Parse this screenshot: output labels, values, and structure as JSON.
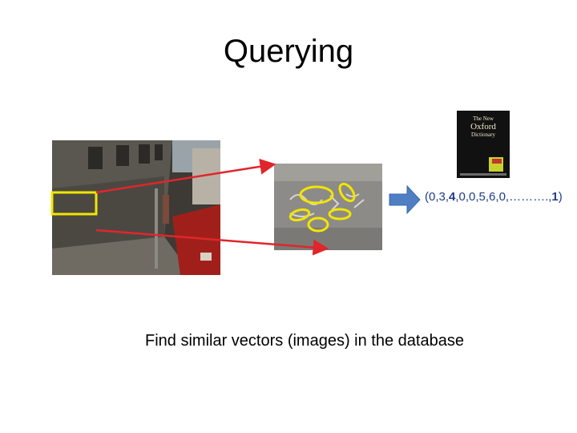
{
  "slide": {
    "title": "Querying",
    "caption": "Find similar vectors (images) in the database",
    "vector": {
      "prefix": "(0,3,",
      "bold_a": "4",
      "middle": ",0,0,5,6,0,……….,",
      "bold_b": "1",
      "suffix": ")"
    },
    "book": {
      "line1": "The New",
      "line2": "Oxford",
      "line3": "Dictionary"
    }
  },
  "colors": {
    "arrow_red": "#e0262b",
    "highlight_yellow": "#f2e600",
    "block_arrow_blue": "#4f7ec2",
    "vector_text": "#1f3c88"
  }
}
